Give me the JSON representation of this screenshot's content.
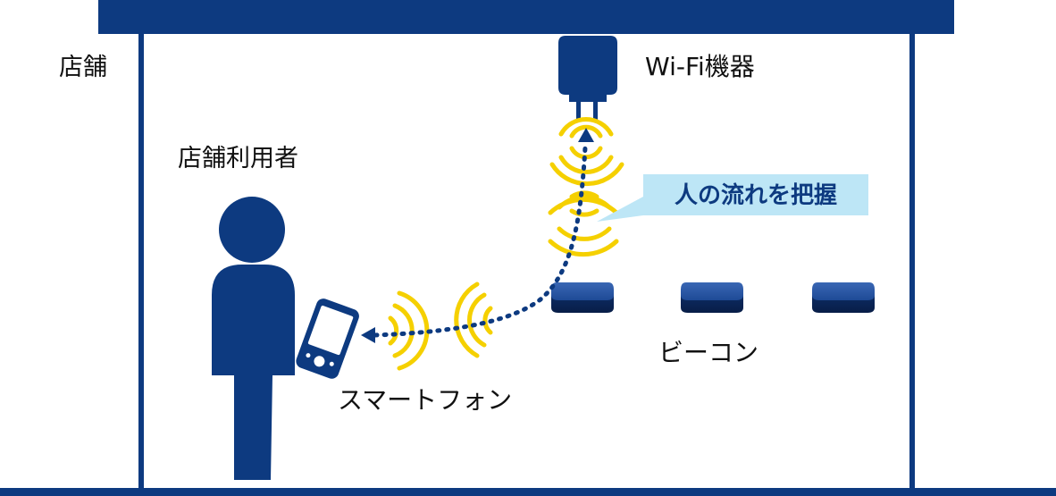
{
  "labels": {
    "store": "店舗",
    "store_user": "店舗利用者",
    "wifi_device": "Wi-Fi機器",
    "smartphone": "スマートフォン",
    "beacon": "ビーコン",
    "callout": "人の流れを把握"
  },
  "colors": {
    "navy": "#0d3a80",
    "signal": "#f5d000",
    "callout_bg": "#bde6f6",
    "callout_text": "#0d3a80"
  },
  "icons": [
    "store-frame",
    "person-icon",
    "smartphone-icon",
    "wifi-device-icon",
    "beacon-icon",
    "signal-wave-icon",
    "dotted-arrow"
  ]
}
